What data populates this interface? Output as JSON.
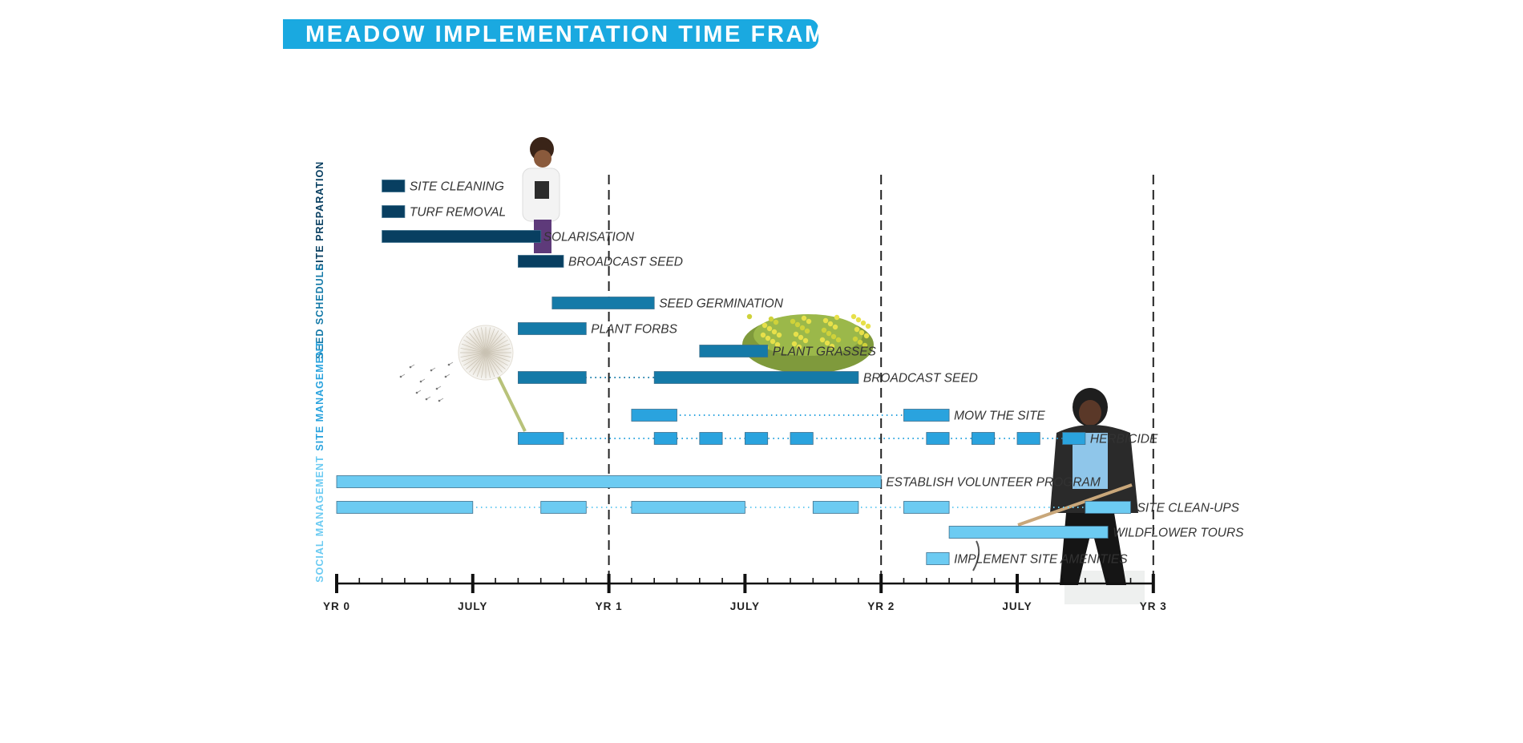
{
  "title": "MEADOW IMPLEMENTATION TIME FRAME",
  "chart_data": {
    "type": "gantt",
    "x_unit": "months",
    "xlim": [
      0,
      36
    ],
    "ticks": [
      {
        "month": 0,
        "label": "YR 0"
      },
      {
        "month": 6,
        "label": "JULY"
      },
      {
        "month": 12,
        "label": "YR 1"
      },
      {
        "month": 18,
        "label": "JULY"
      },
      {
        "month": 24,
        "label": "YR 2"
      },
      {
        "month": 30,
        "label": "JULY"
      },
      {
        "month": 36,
        "label": "YR 3"
      }
    ],
    "year_markers": [
      12,
      24,
      36
    ],
    "categories": [
      {
        "name": "SITE PREPARATION",
        "color": "#083f61",
        "tasks": [
          0,
          1,
          2,
          3
        ]
      },
      {
        "name": "SEED SCHEDULE",
        "color": "#157aa8",
        "tasks": [
          4,
          5,
          6,
          7
        ]
      },
      {
        "name": "SITE MANAGEMENT",
        "color": "#2aa3de",
        "tasks": [
          8,
          9
        ]
      },
      {
        "name": "SOCIAL MANAGEMENT",
        "color": "#6ccbf2",
        "tasks": [
          10,
          11,
          12,
          13
        ]
      }
    ],
    "tasks": [
      {
        "name": "SITE CLEANING",
        "color": "#083f61",
        "segments": [
          [
            2,
            3
          ]
        ],
        "dotted": false
      },
      {
        "name": "TURF REMOVAL",
        "color": "#083f61",
        "segments": [
          [
            2,
            3
          ]
        ],
        "dotted": false
      },
      {
        "name": "SOLARISATION",
        "color": "#083f61",
        "segments": [
          [
            2,
            9
          ]
        ],
        "dotted": false
      },
      {
        "name": "BROADCAST SEED",
        "color": "#083f61",
        "segments": [
          [
            8,
            10
          ]
        ],
        "dotted": false
      },
      {
        "name": "SEED GERMINATION",
        "color": "#157aa8",
        "segments": [
          [
            9.5,
            14
          ]
        ],
        "dotted": false
      },
      {
        "name": "PLANT FORBS",
        "color": "#157aa8",
        "segments": [
          [
            8,
            11
          ]
        ],
        "dotted": false
      },
      {
        "name": "PLANT GRASSES",
        "color": "#157aa8",
        "segments": [
          [
            16,
            19
          ]
        ],
        "dotted": false
      },
      {
        "name": "BROADCAST SEED",
        "color": "#157aa8",
        "segments": [
          [
            8,
            11
          ],
          [
            14,
            23
          ]
        ],
        "dotted": true
      },
      {
        "name": "MOW THE SITE",
        "color": "#2aa3de",
        "segments": [
          [
            13,
            15
          ],
          [
            25,
            27
          ]
        ],
        "dotted": true
      },
      {
        "name": "HERBICIDE",
        "color": "#2aa3de",
        "segments": [
          [
            8,
            10
          ],
          [
            14,
            15
          ],
          [
            16,
            17
          ],
          [
            18,
            19
          ],
          [
            20,
            21
          ],
          [
            26,
            27
          ],
          [
            28,
            29
          ],
          [
            30,
            31
          ],
          [
            32,
            33
          ]
        ],
        "dotted": true
      },
      {
        "name": "ESTABLISH VOLUNTEER PROGRAM",
        "color": "#6ccbf2",
        "segments": [
          [
            0,
            24
          ]
        ],
        "dotted": false
      },
      {
        "name": "SITE CLEAN-UPS",
        "color": "#6ccbf2",
        "segments": [
          [
            0,
            6
          ],
          [
            9,
            11
          ],
          [
            13,
            18
          ],
          [
            21,
            23
          ],
          [
            25,
            27
          ],
          [
            33,
            35
          ]
        ],
        "dotted": true
      },
      {
        "name": "WILDFLOWER TOURS",
        "color": "#6ccbf2",
        "segments": [
          [
            27,
            34
          ]
        ],
        "dotted": false
      },
      {
        "name": "IMPLEMENT SITE AMENITIES",
        "color": "#6ccbf2",
        "segments": [
          [
            26,
            27
          ]
        ],
        "dotted": false
      }
    ]
  }
}
